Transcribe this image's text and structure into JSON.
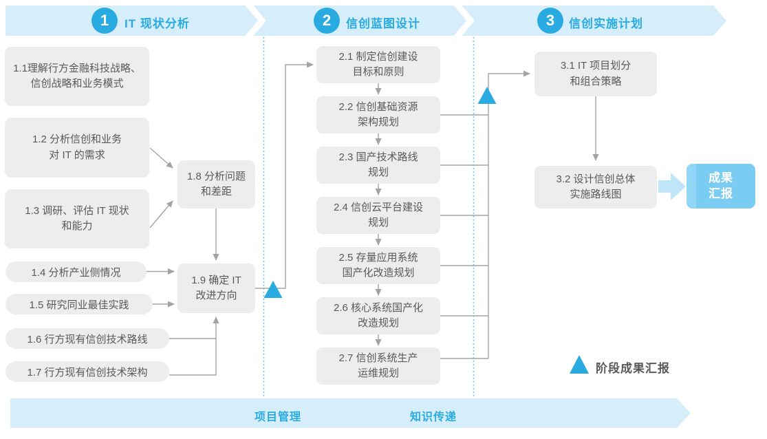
{
  "colors": {
    "band": "#D6EEFA",
    "accent": "#29ABE2",
    "box_bg": "#EDEDEE",
    "box_text": "#58595B",
    "connector": "#A1A3A6",
    "dotted": "#4FC3EE",
    "result_fill": "#7ACCF2",
    "result_edge": "#92D6F5",
    "arrow_light": "#BEE5F8"
  },
  "phases": [
    {
      "number": "1",
      "title": "IT 现状分析"
    },
    {
      "number": "2",
      "title": "信创蓝图设计"
    },
    {
      "number": "3",
      "title": "信创实施计划"
    }
  ],
  "phase1_boxes": {
    "b11": {
      "line1": "1.1理解行方金融科技战略、",
      "line2": "信创战略和业务模式"
    },
    "b12": {
      "line1": "1.2 分析信创和业务",
      "line2": "对 IT 的需求"
    },
    "b13": {
      "line1": "1.3 调研、评估 IT 现状",
      "line2": "和能力"
    },
    "b14": {
      "label": "1.4 分析产业侧情况"
    },
    "b15": {
      "label": "1.5 研究同业最佳实践"
    },
    "b16": {
      "label": "1.6 行方现有信创技术路线"
    },
    "b17": {
      "label": "1.7 行方现有信创技术架构"
    },
    "b18": {
      "line1": "1.8 分析问题",
      "line2": "和差距"
    },
    "b19": {
      "line1": "1.9 确定 IT",
      "line2": "改进方向"
    }
  },
  "phase2_boxes": {
    "b21": {
      "line1": "2.1 制定信创建设",
      "line2": "目标和原则"
    },
    "b22": {
      "line1": "2.2 信创基础资源",
      "line2": "架构规划"
    },
    "b23": {
      "line1": "2.3 国产技术路线",
      "line2": "规划"
    },
    "b24": {
      "line1": "2.4 信创云平台建设",
      "line2": "规划"
    },
    "b25": {
      "line1": "2.5 存量应用系统",
      "line2": "国产化改造规划"
    },
    "b26": {
      "line1": "2.6 核心系统国产化",
      "line2": "改造规划"
    },
    "b27": {
      "line1": "2.7 信创系统生产",
      "line2": "运维规划"
    }
  },
  "phase3_boxes": {
    "b31": {
      "line1": "3.1 IT 项目划分",
      "line2": "和组合策略"
    },
    "b32": {
      "line1": "3.2 设计信创总体",
      "line2": "实施路线图"
    }
  },
  "result_box": {
    "line1": "成果",
    "line2": "汇报"
  },
  "legend": {
    "label": "阶段成果汇报"
  },
  "footer": {
    "left": "项目管理",
    "right": "知识传递"
  }
}
